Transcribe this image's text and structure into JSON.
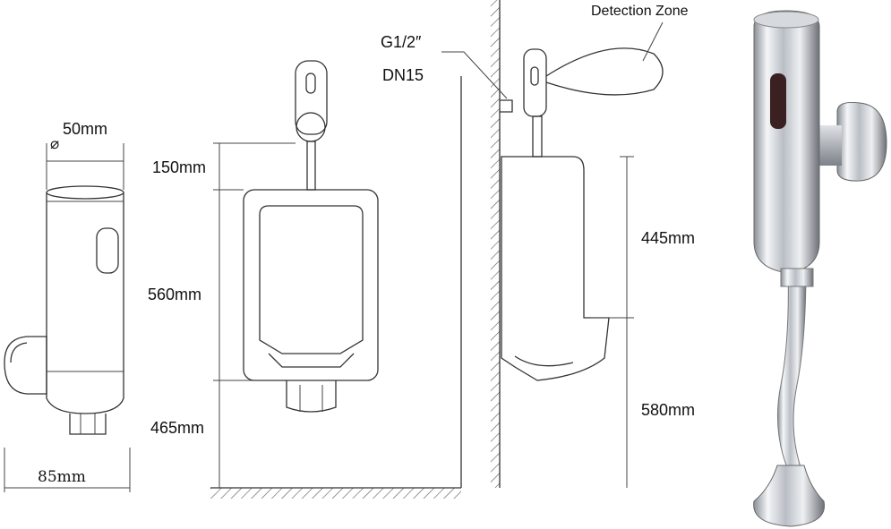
{
  "diagram": {
    "side_sensor": {
      "diameter_label": "50mm",
      "diameter_symbol": "⌀",
      "width_label": "85mm"
    },
    "front_view": {
      "dimensions": [
        "150mm",
        "560mm",
        "465mm"
      ]
    },
    "side_view": {
      "thread_label": "G1/2″",
      "size_label": "DN15",
      "zone_label": "Detection Zone",
      "dimensions": [
        "445mm",
        "580mm"
      ]
    },
    "photo": {
      "subject": "chrome-sensor-flush-valve"
    },
    "colors": {
      "line": "#333333",
      "chrome": "#c8ccd2",
      "sensor_window": "#3a2020"
    }
  }
}
